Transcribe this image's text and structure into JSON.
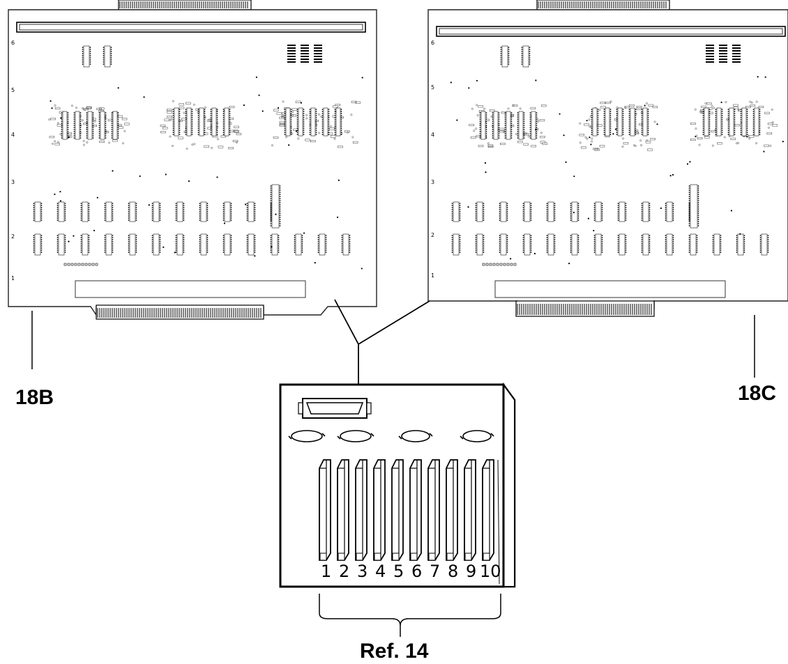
{
  "callouts": {
    "board_left": "18B",
    "board_right": "18C",
    "chassis_ref": "Ref. 14"
  },
  "chassis": {
    "slot_numbers": [
      "1",
      "2",
      "3",
      "4",
      "5",
      "6",
      "7",
      "8",
      "9",
      "10"
    ]
  },
  "colors": {
    "ink": "#000000",
    "paper": "#ffffff",
    "board_outline": "#222222",
    "trace": "#555555"
  }
}
